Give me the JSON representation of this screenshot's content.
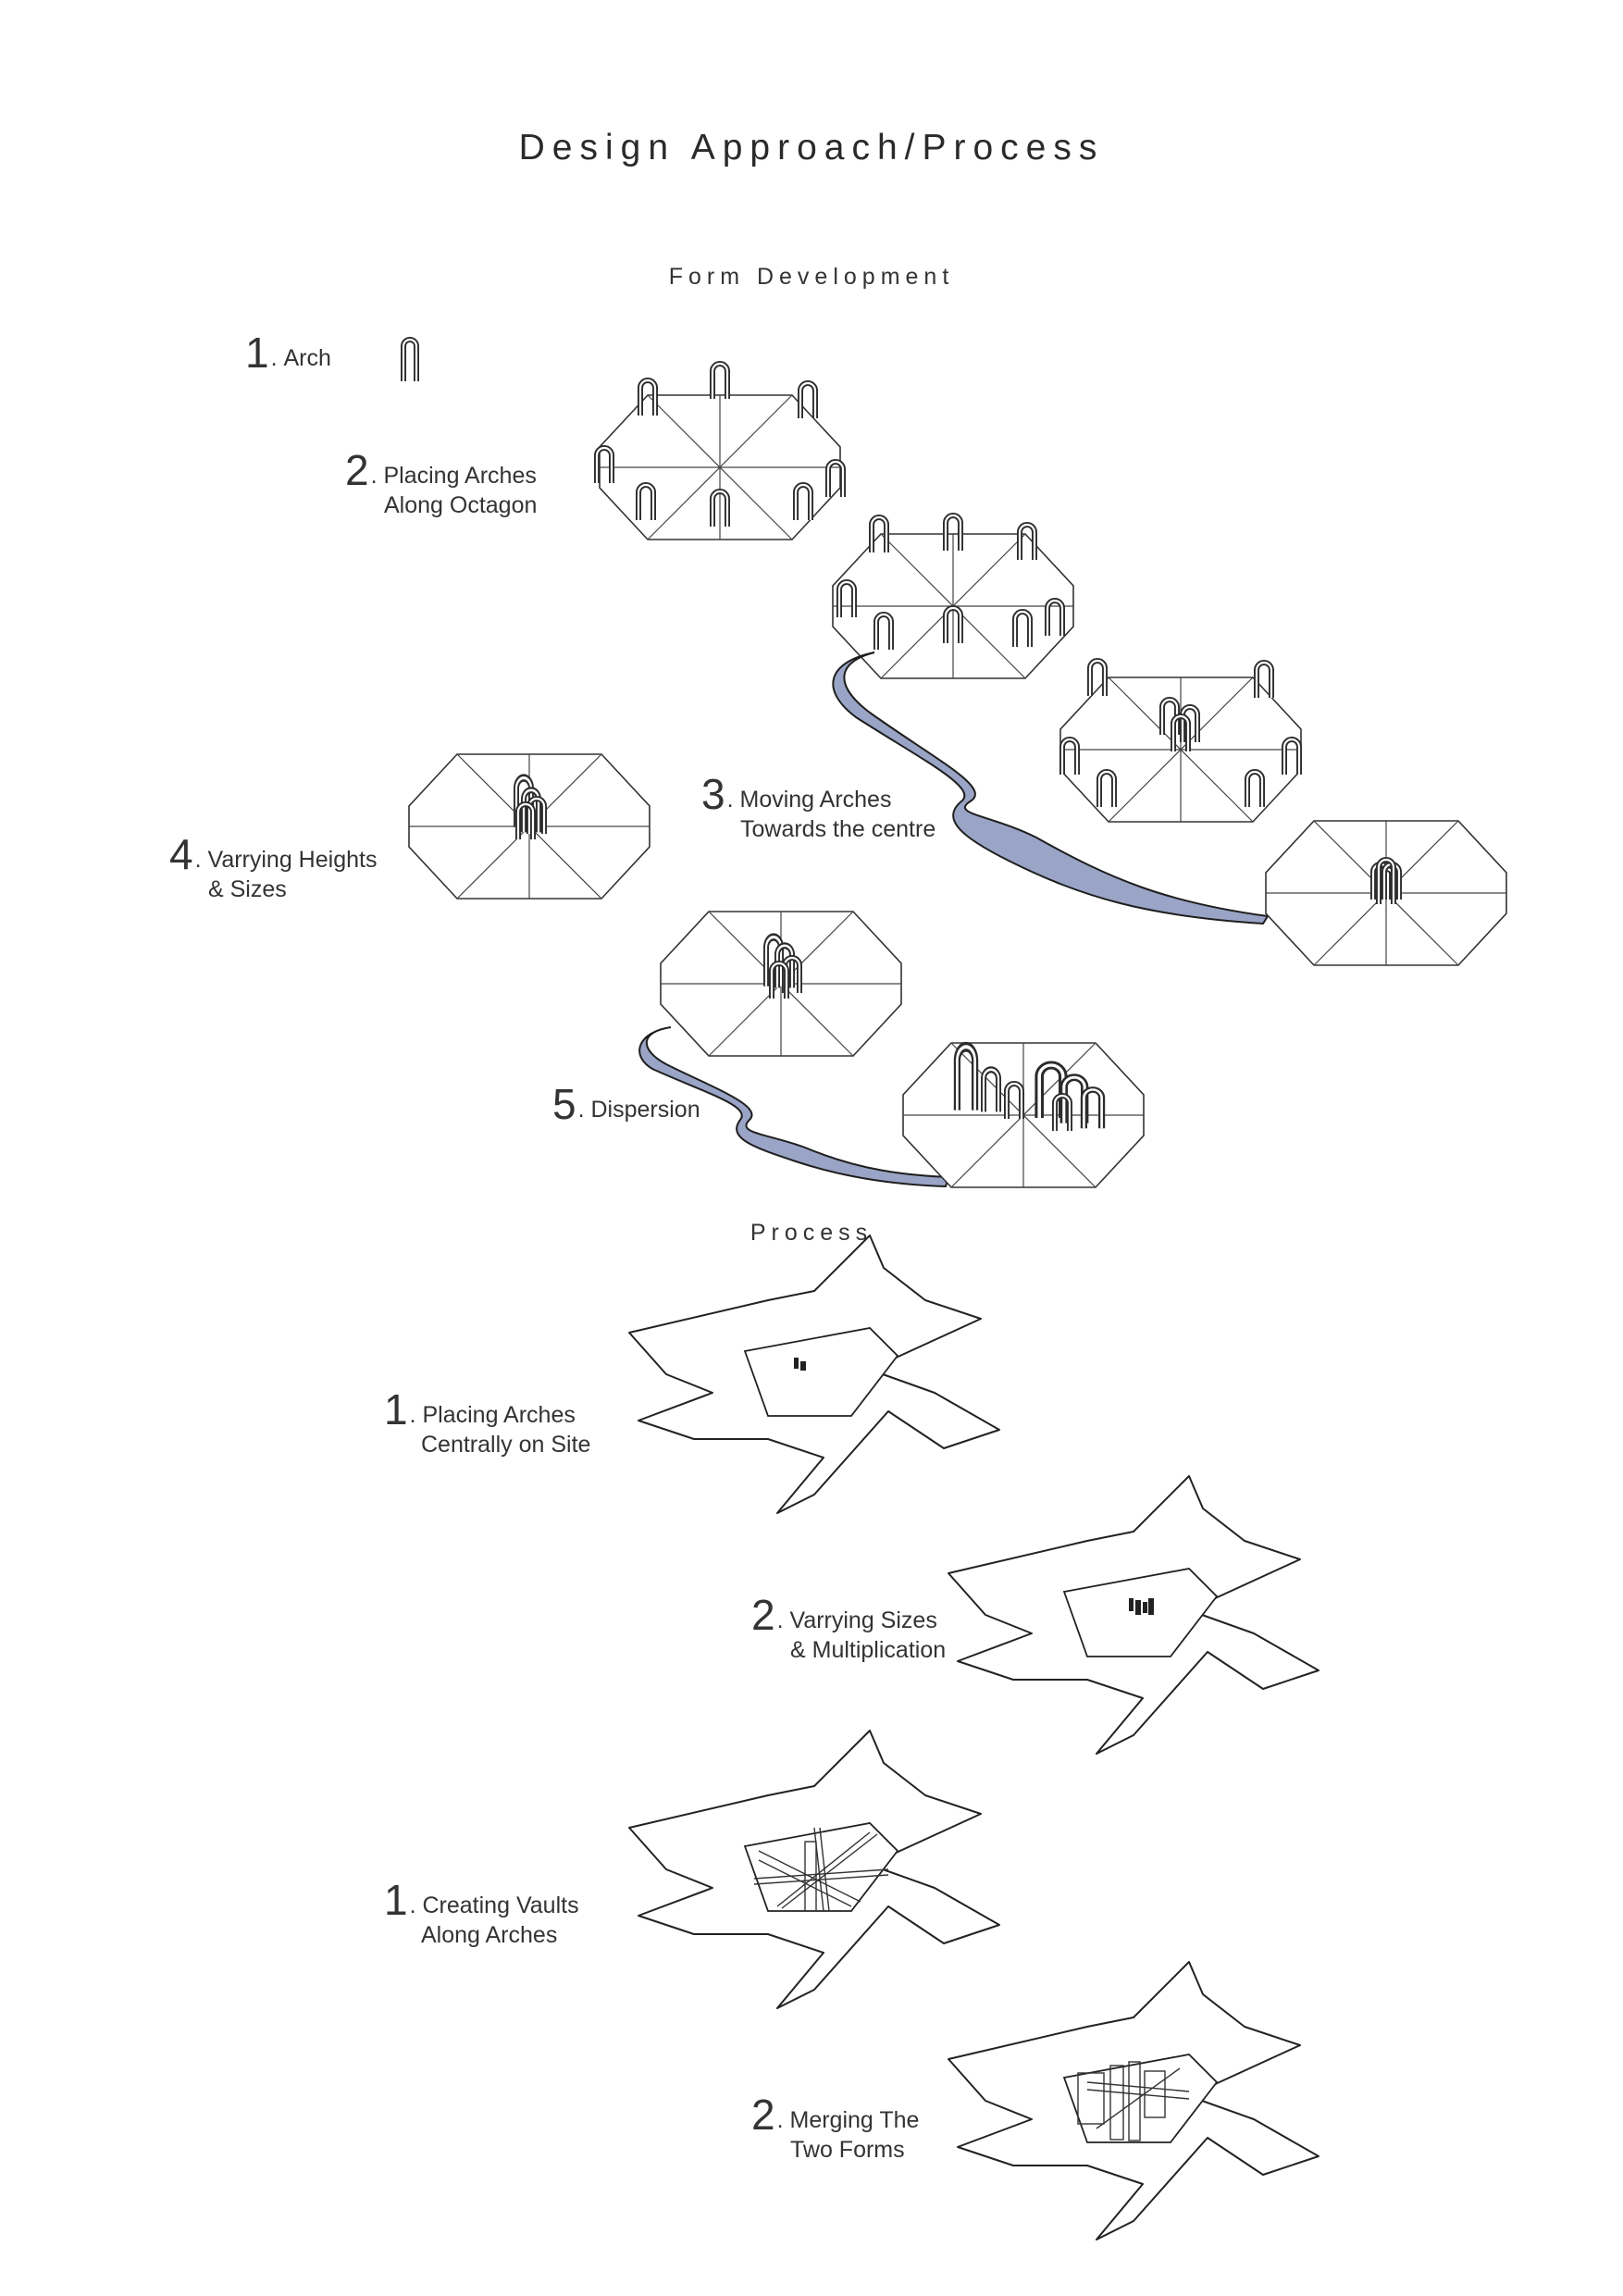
{
  "title": "Design Approach/Process",
  "sections": {
    "form_development": "Form Development",
    "process": "Process"
  },
  "form_steps": [
    {
      "num": "1",
      "text": "Arch"
    },
    {
      "num": "2",
      "line1": "Placing Arches",
      "line2": "Along Octagon"
    },
    {
      "num": "3",
      "line1": "Moving Arches",
      "line2": "Towards the centre"
    },
    {
      "num": "4",
      "line1": "Varrying Heights",
      "line2": "& Sizes"
    },
    {
      "num": "5",
      "text": "Dispersion"
    }
  ],
  "process_steps": [
    {
      "num": "1",
      "line1": "Placing Arches",
      "line2": "Centrally on Site"
    },
    {
      "num": "2",
      "line1": "Varrying Sizes",
      "line2": "& Multiplication"
    },
    {
      "num": "1",
      "line1": "Creating Vaults",
      "line2": "Along Arches"
    },
    {
      "num": "2",
      "line1": "Merging The",
      "line2": "Two Forms"
    }
  ],
  "colors": {
    "flow_ribbon": "#9aa4c6",
    "line": "#222222"
  }
}
